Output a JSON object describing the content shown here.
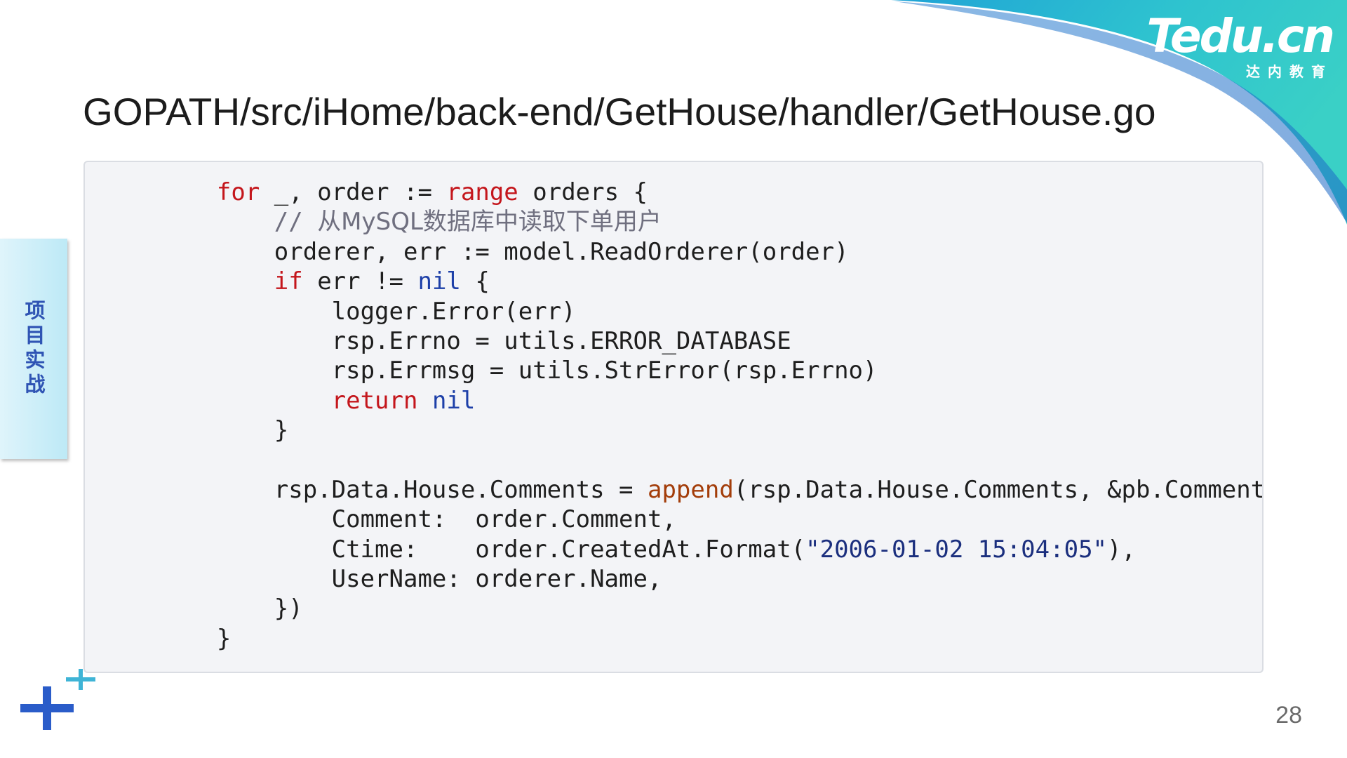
{
  "brand": {
    "logo_text": "Tedu.cn",
    "logo_subtitle": "达内教育"
  },
  "slide": {
    "title": "GOPATH/src/iHome/back-end/GetHouse/handler/GetHouse.go",
    "side_label": "项目实战",
    "page_number": "28"
  },
  "code": {
    "lines": [
      [
        {
          "t": "    "
        },
        {
          "t": "for",
          "c": "kw"
        },
        {
          "t": " _, order := "
        },
        {
          "t": "range",
          "c": "kw"
        },
        {
          "t": " orders {"
        }
      ],
      [
        {
          "t": "        "
        },
        {
          "t": "// ",
          "c": "cm"
        },
        {
          "t": "从MySQL数据库中读取下单用户",
          "c": "cm cm-cjk"
        }
      ],
      [
        {
          "t": "        orderer, err := model.ReadOrderer(order)"
        }
      ],
      [
        {
          "t": "        "
        },
        {
          "t": "if",
          "c": "kw"
        },
        {
          "t": " err != "
        },
        {
          "t": "nil",
          "c": "lit"
        },
        {
          "t": " {"
        }
      ],
      [
        {
          "t": "            logger.Error(err)"
        }
      ],
      [
        {
          "t": "            rsp.Errno = utils.ERROR_DATABASE"
        }
      ],
      [
        {
          "t": "            rsp.Errmsg = utils.StrError(rsp.Errno)"
        }
      ],
      [
        {
          "t": "            "
        },
        {
          "t": "return",
          "c": "kw"
        },
        {
          "t": " "
        },
        {
          "t": "nil",
          "c": "lit"
        }
      ],
      [
        {
          "t": "        }"
        }
      ],
      [
        {
          "t": ""
        }
      ],
      [
        {
          "t": "        rsp.Data.House.Comments = "
        },
        {
          "t": "append",
          "c": "fn"
        },
        {
          "t": "(rsp.Data.House.Comments, &pb.Comment{"
        }
      ],
      [
        {
          "t": "            Comment:  order.Comment,"
        }
      ],
      [
        {
          "t": "            Ctime:    order.CreatedAt.Format("
        },
        {
          "t": "\"2006-01-02 15:04:05\"",
          "c": "str"
        },
        {
          "t": "),"
        }
      ],
      [
        {
          "t": "            UserName: orderer.Name,"
        }
      ],
      [
        {
          "t": "        })"
        }
      ],
      [
        {
          "t": "    }"
        }
      ]
    ]
  },
  "colors": {
    "accent_blue": "#2a5cc9",
    "accent_cyan": "#3fb4d6",
    "keyword_red": "#c4161c",
    "literal_blue": "#1d3fa8"
  }
}
